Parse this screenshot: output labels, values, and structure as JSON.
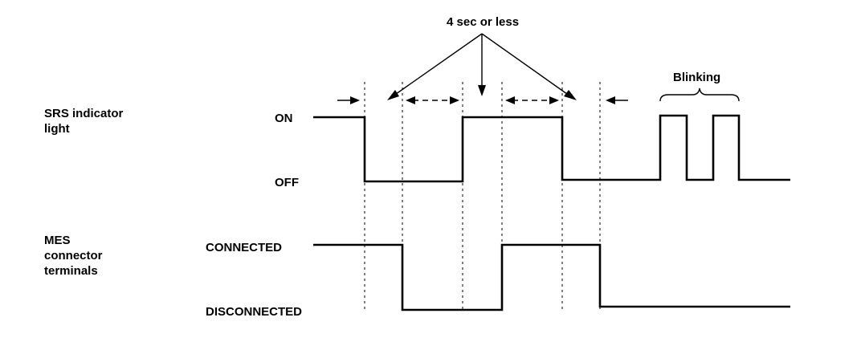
{
  "signals": [
    {
      "title_lines": [
        "SRS indicator",
        "light"
      ],
      "high_label": "ON",
      "low_label": "OFF"
    },
    {
      "title_lines": [
        "MES",
        "connector",
        "terminals"
      ],
      "high_label": "CONNECTED",
      "low_label": "DISCONNECTED"
    }
  ],
  "annotations": {
    "interval": "4 sec or less",
    "blinking": "Blinking"
  }
}
